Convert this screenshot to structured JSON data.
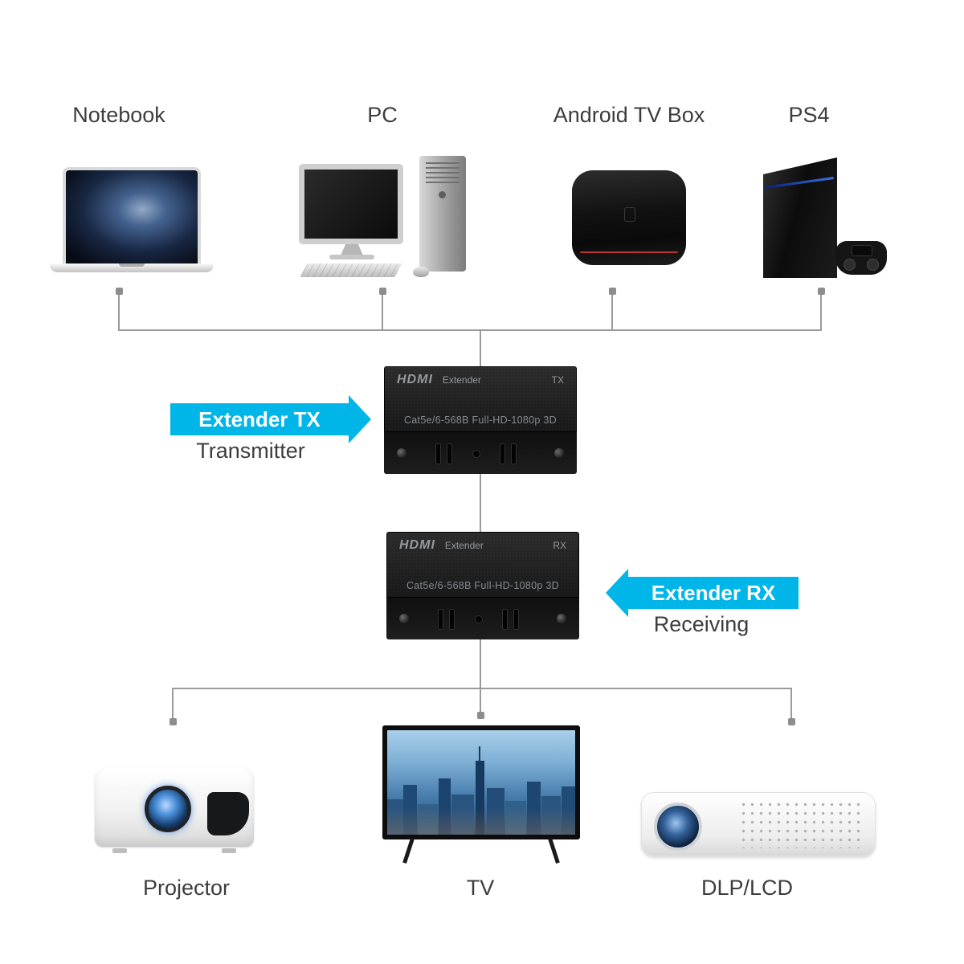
{
  "colors": {
    "accent": "#00b5e8",
    "line": "#9b9b9b",
    "label_text": "#3d3d3d"
  },
  "sources": [
    {
      "label": "Notebook"
    },
    {
      "label": "PC"
    },
    {
      "label": "Android TV Box"
    },
    {
      "label": "PS4"
    }
  ],
  "extender_tx": {
    "brand": "HDMI",
    "product": "Extender",
    "port": "TX",
    "spec": "Cat5e/6-568B Full-HD-1080p 3D",
    "callout": "Extender TX",
    "role": "Transmitter"
  },
  "extender_rx": {
    "brand": "HDMI",
    "product": "Extender",
    "port": "RX",
    "spec": "Cat5e/6-568B Full-HD-1080p 3D",
    "callout": "Extender RX",
    "role": "Receiving"
  },
  "outputs": [
    {
      "label": "Projector"
    },
    {
      "label": "TV"
    },
    {
      "label": "DLP/LCD"
    }
  ]
}
